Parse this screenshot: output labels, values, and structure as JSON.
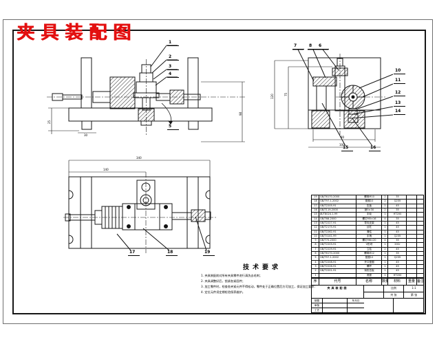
{
  "page": {
    "red_title": "夹具装配图"
  },
  "callouts": {
    "front": [
      "1",
      "2",
      "3",
      "4",
      "5"
    ],
    "side_top": [
      "7",
      "8",
      "6"
    ],
    "side_right": [
      "10",
      "11",
      "12",
      "13",
      "14"
    ],
    "side_bottom": [
      "15",
      "16"
    ],
    "plan": [
      "17",
      "18",
      "19"
    ]
  },
  "dims": {
    "front_left": "25",
    "front_foot": "30",
    "front_right": "98",
    "side_left": "120",
    "side_inner": "75",
    "side_bottom": "80",
    "side_base": "100",
    "plan_top": "340",
    "plan_mid": "140"
  },
  "tech": {
    "title": "技术要求",
    "items": [
      "1. 夹具装配前对所有夹具零件进行清洗去毛刺；",
      "2. 夹具调整好后，锁紧各紧固件；",
      "3. 加工零件时，检查各夹紧元件不得松动，零件处于正确位置后方可加工，保证加工要求：",
      "4. 定位元件须定期检验保养维护。"
    ]
  },
  "bom": {
    "headers": {
      "no": "序",
      "code": "代号",
      "name": "名称",
      "qty": "数量",
      "material": "材料",
      "weight": "重量",
      "note": "备注"
    },
    "rows": [
      {
        "no": "19",
        "code": "GB/T6170-2000",
        "name": "螺母M10",
        "qty": "2",
        "material": "35",
        "weight": "",
        "note": ""
      },
      {
        "no": "18",
        "code": "GB/T97.1-2002",
        "name": "垫圈10",
        "qty": "2",
        "material": "Q235",
        "weight": "",
        "note": ""
      },
      {
        "no": "17",
        "code": "GB/T2205-91",
        "name": "压板",
        "qty": "1",
        "material": "45",
        "weight": "",
        "note": ""
      },
      {
        "no": "16",
        "code": "GB/T119-2000",
        "name": "销5×30",
        "qty": "2",
        "material": "35",
        "weight": "",
        "note": ""
      },
      {
        "no": "15",
        "code": "JB/T8024.1-99",
        "name": "手轮",
        "qty": "1",
        "material": "HT200",
        "weight": "",
        "note": ""
      },
      {
        "no": "14",
        "code": "GB/T68-2000",
        "name": "螺钉M5×16",
        "qty": "4",
        "material": "35",
        "weight": "",
        "note": ""
      },
      {
        "no": "13",
        "code": "GB/T2227-91",
        "name": "导向支架",
        "qty": "1",
        "material": "45",
        "weight": "",
        "note": ""
      },
      {
        "no": "12",
        "code": "GB/T2175-91",
        "name": "丝杠",
        "qty": "1",
        "material": "45",
        "weight": "",
        "note": ""
      },
      {
        "no": "11",
        "code": "GB/T2262-91",
        "name": "滑柱",
        "qty": "1",
        "material": "45",
        "weight": "",
        "note": ""
      },
      {
        "no": "10",
        "code": "GB/T4141-99",
        "name": "手柄",
        "qty": "1",
        "material": "Q235",
        "weight": "",
        "note": ""
      },
      {
        "no": "9",
        "code": "GB/T70-2000",
        "name": "螺钉M6×20",
        "qty": "4",
        "material": "35",
        "weight": "",
        "note": ""
      },
      {
        "no": "8",
        "code": "GB/T2203-91",
        "name": "V形块",
        "qty": "1",
        "material": "20Cr",
        "weight": "",
        "note": ""
      },
      {
        "no": "7",
        "code": "GB/T2229-91",
        "name": "立柱",
        "qty": "2",
        "material": "45",
        "weight": "",
        "note": ""
      },
      {
        "no": "6",
        "code": "GB/T6170-2000",
        "name": "螺母M12",
        "qty": "1",
        "material": "35",
        "weight": "",
        "note": ""
      },
      {
        "no": "5",
        "code": "GB/T97.1-2002",
        "name": "垫圈12",
        "qty": "1",
        "material": "Q235",
        "weight": "",
        "note": ""
      },
      {
        "no": "4",
        "code": "GB/T2208-91",
        "name": "开口垫圈",
        "qty": "1",
        "material": "45",
        "weight": "",
        "note": ""
      },
      {
        "no": "3",
        "code": "GB/T2226-91",
        "name": "螺杆",
        "qty": "1",
        "material": "45",
        "weight": "",
        "note": ""
      },
      {
        "no": "2",
        "code": "GB/T2201-91",
        "name": "钩形压板",
        "qty": "1",
        "material": "45",
        "weight": "",
        "note": ""
      },
      {
        "no": "1",
        "code": "",
        "name": "底座",
        "qty": "1",
        "material": "HT200",
        "weight": "",
        "note": ""
      }
    ]
  },
  "title_block": {
    "drawing_name": "夹具装配图",
    "scale_label": "比例",
    "scale_value": "1:1",
    "sheet_total": "共 张",
    "sheet_no": "第 张",
    "sign_rows": [
      {
        "label": "制图",
        "date": "年月日"
      },
      {
        "label": "审核",
        "date": ""
      },
      {
        "label": "工艺",
        "date": ""
      }
    ]
  }
}
